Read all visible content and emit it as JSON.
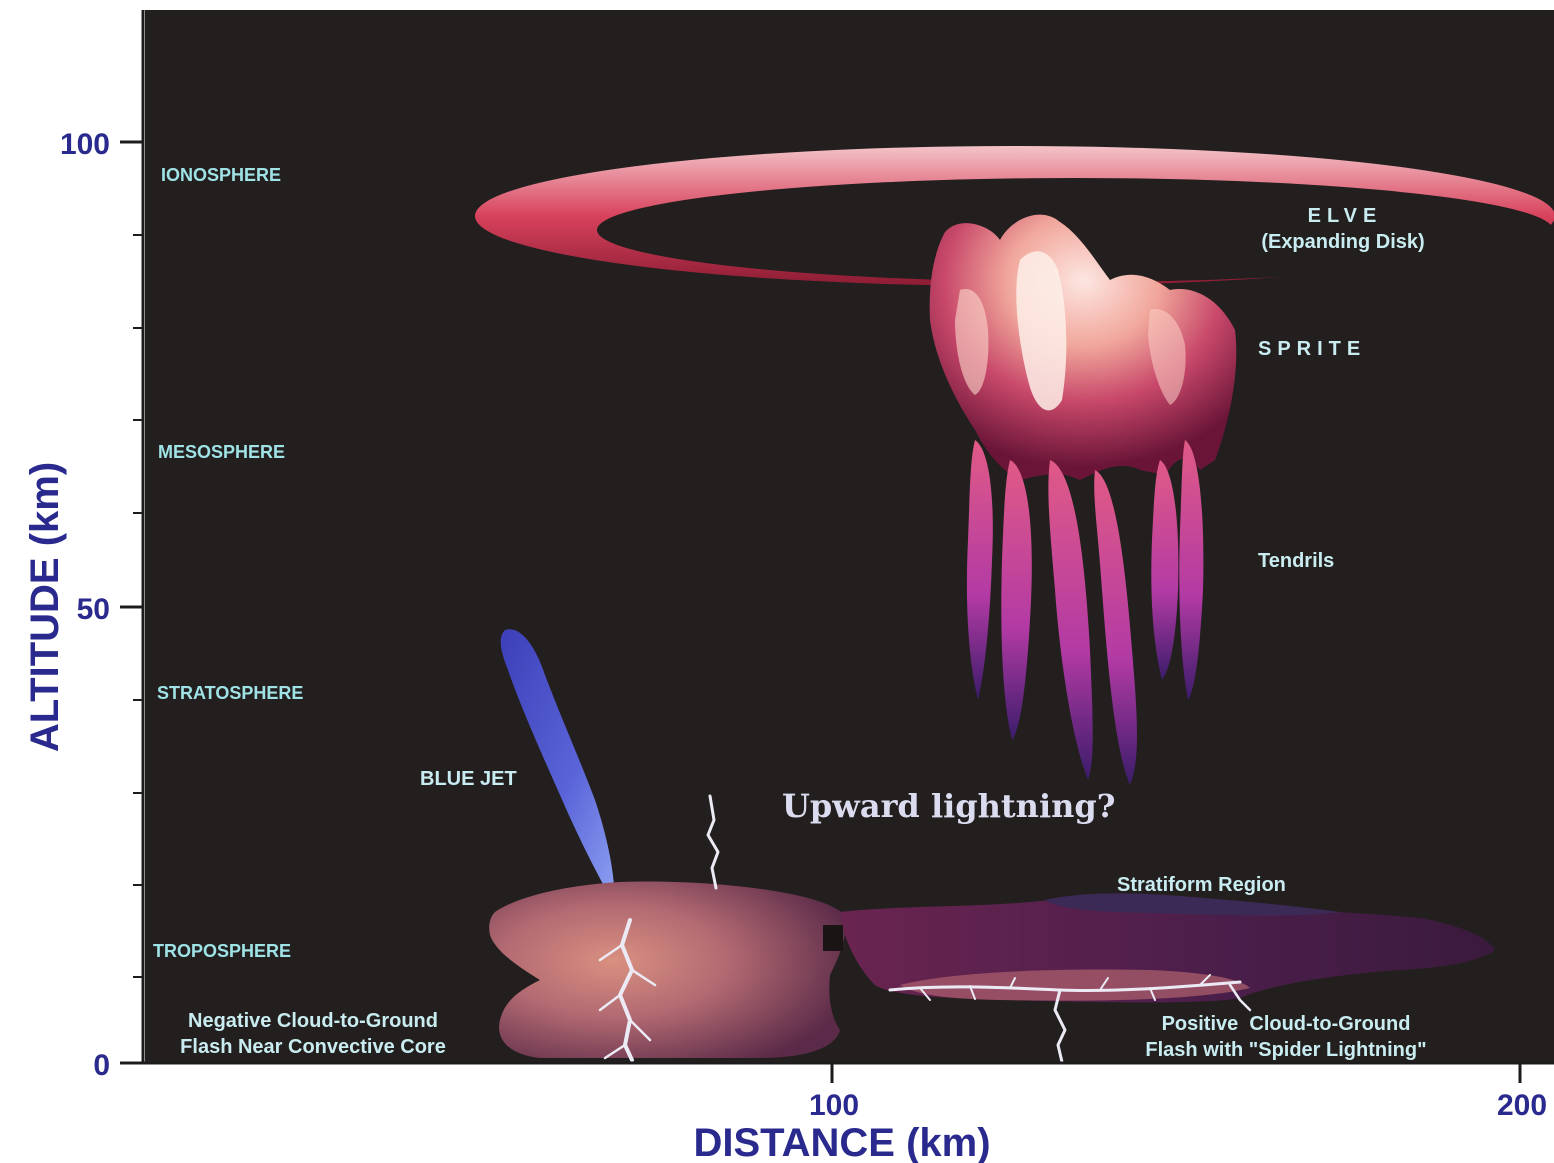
{
  "axes": {
    "y_label": "ALTITUDE (km)",
    "x_label": "DISTANCE (km)",
    "y_ticks": [
      "100",
      "50",
      "0"
    ],
    "x_ticks": [
      "100",
      "200"
    ]
  },
  "layers": {
    "ionosphere": "IONOSPHERE",
    "mesosphere": "MESOSPHERE",
    "stratosphere": "STRATOSPHERE",
    "troposphere": "TROPOSPHERE"
  },
  "events": {
    "elve_title": "ELVE",
    "elve_subtitle": "(Expanding Disk)",
    "sprite": "SPRITE",
    "tendrils": "Tendrils",
    "blue_jet": "BLUE JET",
    "upward": "Upward lightning?",
    "stratiform": "Stratiform Region",
    "neg_cg_line1": "Negative Cloud-to-Ground",
    "neg_cg_line2": "Flash Near Convective Core",
    "pos_cg_line1": "Positive  Cloud-to-Ground",
    "pos_cg_line2": "Flash with \"Spider Lightning\""
  },
  "colors": {
    "background": "#231f1f",
    "axis_text": "#2a2a8e",
    "layer_text": "#9fe3e6",
    "elve": "#d8425c",
    "sprite": "#f0a8a0",
    "blue_jet": "#4b50c8"
  }
}
